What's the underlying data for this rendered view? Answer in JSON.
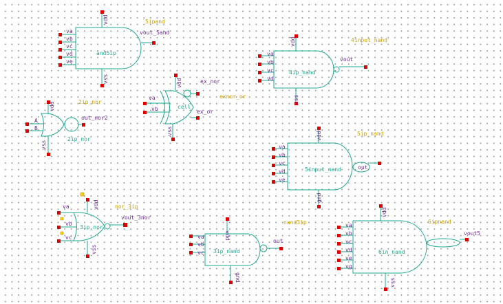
{
  "colors": {
    "wire": "#1aa890",
    "pin": "#e00000",
    "pin_label": "#6a2d8f",
    "instance_name": "#c8a000",
    "grid_dot": "#9a9a9a",
    "background": "#ffffff"
  },
  "symbols": {
    "and5ip": {
      "instance_name": "5ipand",
      "cell_label": "and5ip",
      "pins": {
        "va": "va",
        "vb": "vb",
        "vc": "vc",
        "vd": "vd",
        "ve": "ve",
        "vdd": "vdd",
        "vss": "vss",
        "out": "vout_5and"
      }
    },
    "nand4": {
      "instance_name": "4input_nand",
      "cell_label": "4ip_nand",
      "pins": {
        "va": "va",
        "vb": "vb",
        "vc": "vc",
        "vd": "vd",
        "vdd": "vdd",
        "vss": "vss",
        "out": "vout"
      }
    },
    "nor2": {
      "instance_name": "2ip_nor",
      "cell_label": "2ip_nor",
      "pins": {
        "a": "A",
        "b": "B",
        "vdd": "vdd",
        "vss": "vss",
        "out": "out_nor2"
      }
    },
    "xnor": {
      "instance_name": "exnor_or",
      "cell_label": "cell",
      "pins": {
        "va": "va",
        "vb": "vb",
        "vdd": "vdd",
        "vss": "vss",
        "ex_nor": "ex_nor",
        "ex_or": "ex_or"
      }
    },
    "nand5": {
      "instance_name": "5ip_nand",
      "cell_label": "5input_nand",
      "pins": {
        "va": "va",
        "vb": "vb",
        "vc": "vc",
        "vd": "vd",
        "ve": "ve",
        "vdd": "vdd",
        "gnd": "gnd",
        "out": "out"
      }
    },
    "nor3": {
      "instance_name": "nor_3ip",
      "cell_label": "3ip_nor",
      "pins": {
        "va": "va",
        "vb": "vb",
        "vc": "vc",
        "vdd": "vdd",
        "vss": "vss",
        "out": "vout_3nor"
      }
    },
    "nand3": {
      "instance_name": "nand3ip",
      "cell_label": "3ip_nand",
      "pins": {
        "va": "va",
        "vb": "vb",
        "vc": "vc",
        "vdd": "vdd",
        "gnd": "gnd",
        "out": "out"
      }
    },
    "nand6": {
      "instance_name": "6ipnand",
      "cell_label": "6in_nand",
      "pins": {
        "va": "va",
        "vb": "vb",
        "vc": "vc",
        "vd": "vd",
        "ve": "ve",
        "vg": "vg",
        "vdd": "vdd",
        "vss": "vss",
        "out": "vout5"
      }
    }
  }
}
